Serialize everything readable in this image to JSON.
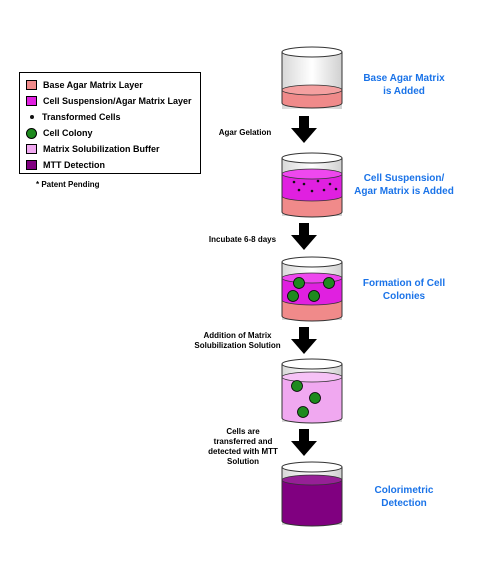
{
  "legend": {
    "items": [
      {
        "label": "Base Agar Matrix Layer",
        "kind": "swatch",
        "color": "#f08a8a"
      },
      {
        "label": "Cell Suspension/Agar Matrix Layer",
        "kind": "swatch",
        "color": "#e020e0"
      },
      {
        "label": "Transformed Cells",
        "kind": "dot",
        "color": "#111111"
      },
      {
        "label": "Cell Colony",
        "kind": "circle",
        "color": "#1e8a1e"
      },
      {
        "label": "Matrix Solubilization Buffer",
        "kind": "swatch",
        "color": "#f0a8f0"
      },
      {
        "label": "MTT Detection",
        "kind": "swatch",
        "color": "#800080"
      }
    ],
    "note": "* Patent Pending"
  },
  "steps": [
    {
      "label_lines": [
        "Base Agar Matrix",
        "is Added"
      ]
    },
    {
      "label_lines": [
        "Cell Suspension/",
        "Agar Matrix is Added"
      ]
    },
    {
      "label_lines": [
        "Formation of Cell",
        "Colonies"
      ]
    },
    {
      "label_lines": [
        "",
        ""
      ]
    },
    {
      "label_lines": [
        "Colorimetric",
        "Detection"
      ]
    }
  ],
  "transitions": [
    {
      "label_lines": [
        "Agar Gelation"
      ]
    },
    {
      "label_lines": [
        "Incubate 6-8 days"
      ]
    },
    {
      "label_lines": [
        "Addition of Matrix",
        "Solubilization Solution"
      ]
    },
    {
      "label_lines": [
        "Cells are",
        "transferred and",
        "detected with MTT",
        "Solution"
      ]
    }
  ],
  "colors": {
    "base_agar": "#f08a8a",
    "cell_suspension": "#e020e0",
    "colony": "#1e8a1e",
    "solubilization": "#f0a8f0",
    "mtt": "#800080",
    "step_text": "#1a73e8"
  }
}
